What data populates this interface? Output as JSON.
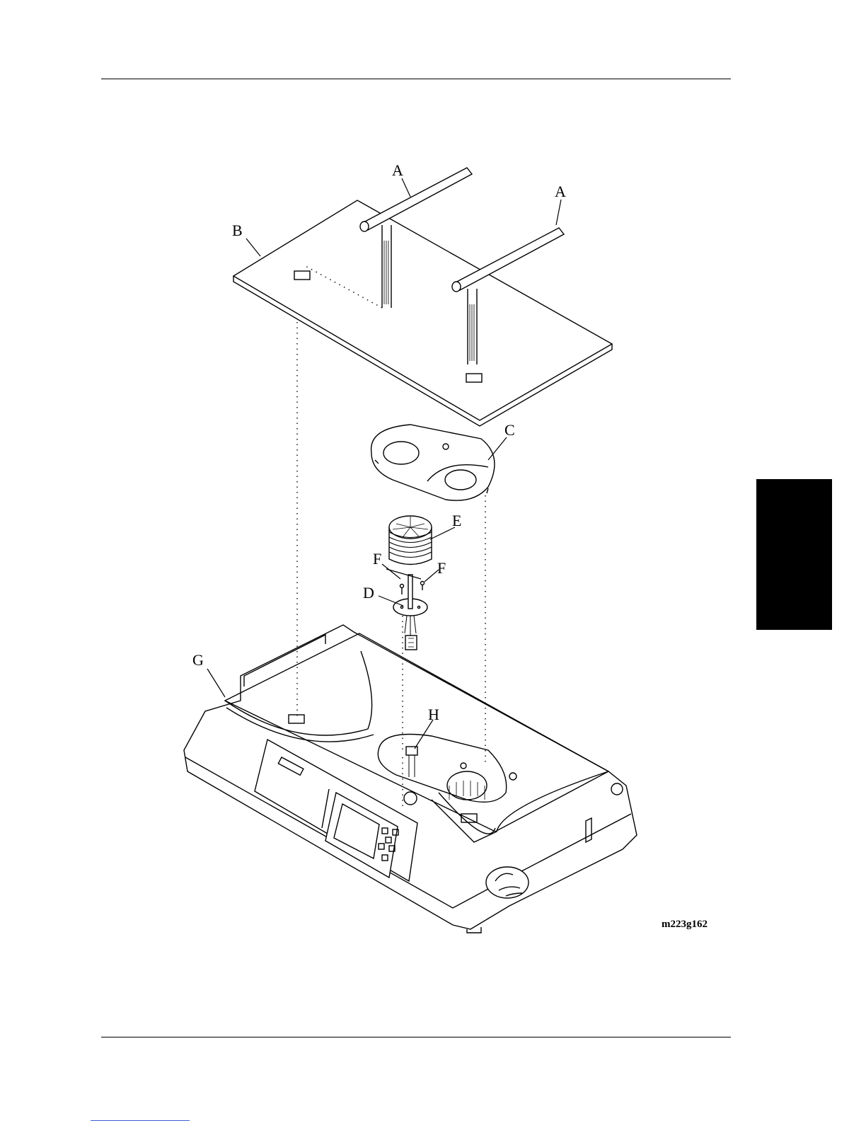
{
  "figure": {
    "labels": {
      "a1": "A",
      "a2": "A",
      "b": "B",
      "c": "C",
      "d": "D",
      "e": "E",
      "f1": "F",
      "f2": "F",
      "g": "G",
      "h": "H"
    },
    "figure_id": "m223g162"
  },
  "colors": {
    "ink": "#000000",
    "side_tab": "#000000",
    "footer_link_line": "#3a5fcd"
  }
}
